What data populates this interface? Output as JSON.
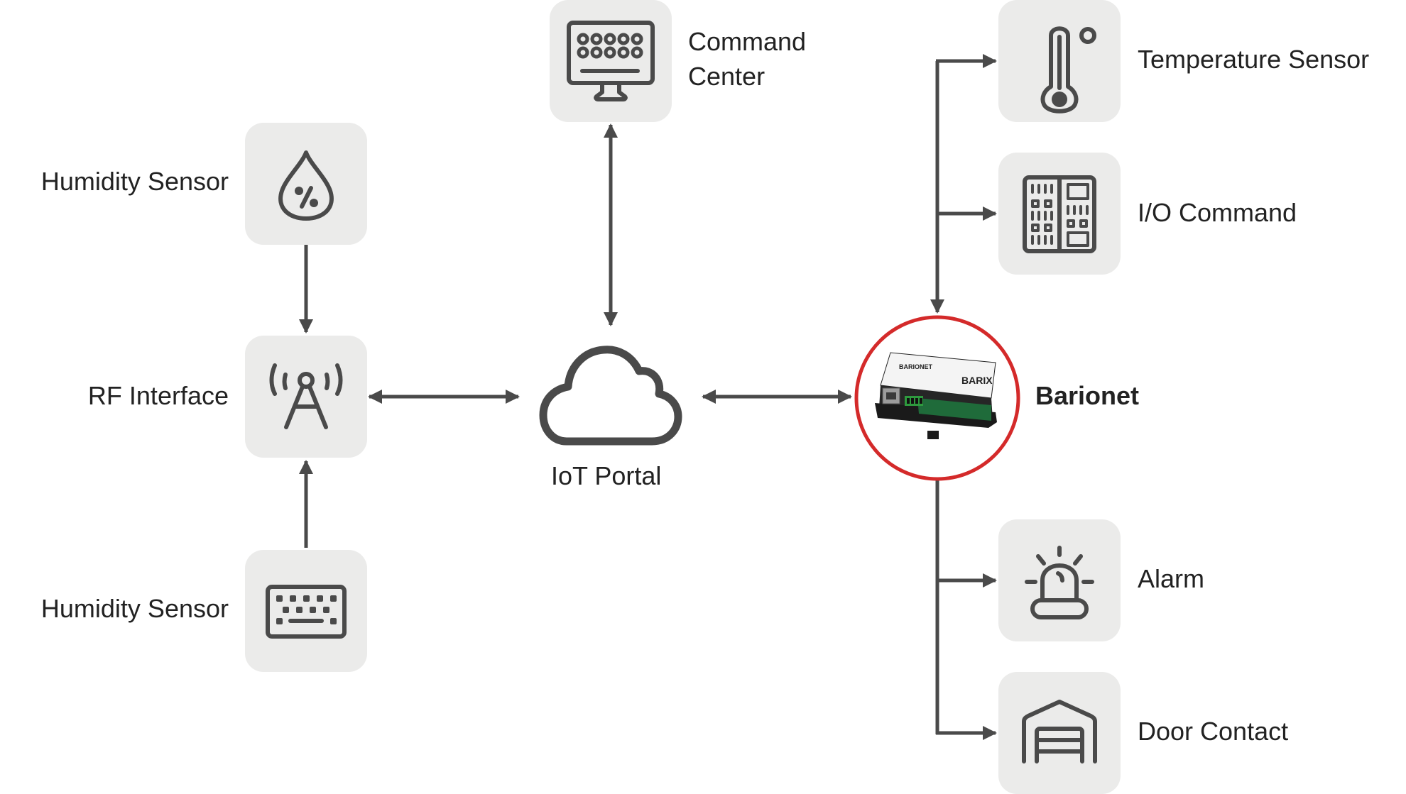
{
  "diagram": {
    "nodes": {
      "humidity_sensor_top": {
        "label": "Humidity Sensor",
        "icon": "humidity-drop-icon"
      },
      "rf_interface": {
        "label": "RF Interface",
        "icon": "radio-tower-icon"
      },
      "humidity_sensor_bottom": {
        "label": "Humidity Sensor",
        "icon": "keyboard-icon"
      },
      "command_center": {
        "label_line1": "Command",
        "label_line2": "Center",
        "icon": "monitor-keypad-icon"
      },
      "iot_portal": {
        "label": "IoT Portal",
        "icon": "cloud-icon"
      },
      "barionet": {
        "label": "Barionet",
        "icon": "barionet-device-icon",
        "device_brand": "BARIX",
        "device_model": "BARIONET",
        "highlight_color": "#d42a2a"
      },
      "temperature_sensor": {
        "label": "Temperature Sensor",
        "icon": "thermometer-icon"
      },
      "io_command": {
        "label": "I/O Command",
        "icon": "control-panel-icon"
      },
      "alarm": {
        "label": "Alarm",
        "icon": "siren-icon"
      },
      "door_contact": {
        "label": "Door Contact",
        "icon": "garage-door-icon"
      }
    },
    "edges": [
      {
        "from": "Humidity Sensor (top)",
        "to": "RF Interface",
        "direction": "one-way"
      },
      {
        "from": "Humidity Sensor (bottom)",
        "to": "RF Interface",
        "direction": "one-way"
      },
      {
        "from": "RF Interface",
        "to": "IoT Portal",
        "direction": "two-way"
      },
      {
        "from": "Command Center",
        "to": "IoT Portal",
        "direction": "two-way"
      },
      {
        "from": "IoT Portal",
        "to": "Barionet",
        "direction": "two-way"
      },
      {
        "from": "Bus",
        "to": "Temperature Sensor",
        "direction": "one-way"
      },
      {
        "from": "Bus",
        "to": "I/O Command",
        "direction": "one-way"
      },
      {
        "from": "Bus",
        "to": "Barionet",
        "direction": "one-way"
      },
      {
        "from": "Barionet",
        "to": "Alarm",
        "direction": "one-way"
      },
      {
        "from": "Barionet",
        "to": "Door Contact",
        "direction": "one-way"
      }
    ],
    "colors": {
      "line": "#4a4a4a",
      "tile": "#ebebea",
      "highlight": "#d42a2a",
      "text": "#222222"
    }
  }
}
